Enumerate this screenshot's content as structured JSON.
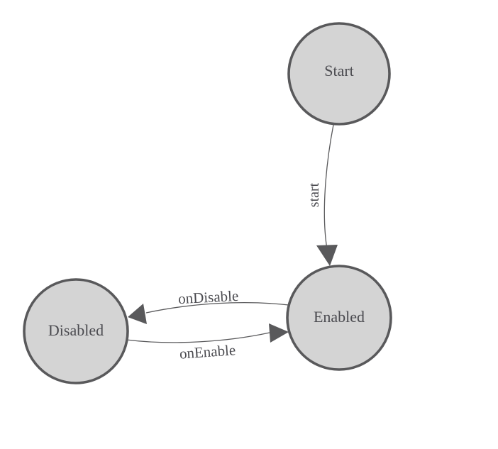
{
  "diagram": {
    "kind": "state-machine",
    "nodes": [
      {
        "label": "Start"
      },
      {
        "label": "Enabled"
      },
      {
        "label": "Disabled"
      }
    ],
    "edges": [
      {
        "label": "start",
        "from": "Start",
        "to": "Enabled"
      },
      {
        "label": "onDisable",
        "from": "Enabled",
        "to": "Disabled"
      },
      {
        "label": "onEnable",
        "from": "Disabled",
        "to": "Enabled"
      }
    ],
    "colors": {
      "background": "#ffffff",
      "node_fill": "#d4d4d4",
      "node_stroke": "#59595b",
      "edge_stroke": "#59595b",
      "arrow_fill": "#59595b",
      "text": "#4b4b50"
    }
  }
}
